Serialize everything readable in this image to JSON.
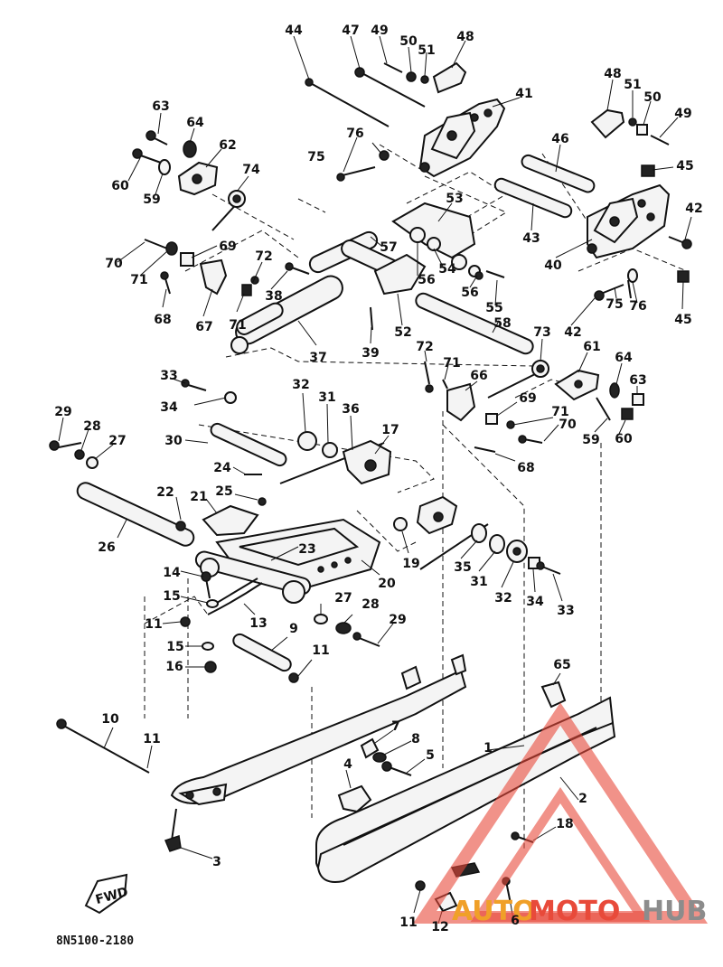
{
  "diagram": {
    "code": "8N5100-2180",
    "front_marker": "FWD",
    "watermark": {
      "a": "AUTO",
      "b": "MOTO",
      "c": "HUB"
    },
    "callouts": [
      {
        "id": "44",
        "text": "44"
      },
      {
        "id": "47",
        "text": "47"
      },
      {
        "id": "49a",
        "text": "49"
      },
      {
        "id": "50a",
        "text": "50"
      },
      {
        "id": "51a",
        "text": "51"
      },
      {
        "id": "48a",
        "text": "48"
      },
      {
        "id": "41",
        "text": "41"
      },
      {
        "id": "48b",
        "text": "48"
      },
      {
        "id": "51b",
        "text": "51"
      },
      {
        "id": "50b",
        "text": "50"
      },
      {
        "id": "49b",
        "text": "49"
      },
      {
        "id": "63a",
        "text": "63"
      },
      {
        "id": "64a",
        "text": "64"
      },
      {
        "id": "62",
        "text": "62"
      },
      {
        "id": "60a",
        "text": "60"
      },
      {
        "id": "59a",
        "text": "59"
      },
      {
        "id": "74",
        "text": "74"
      },
      {
        "id": "76a",
        "text": "76"
      },
      {
        "id": "75a",
        "text": "75"
      },
      {
        "id": "46",
        "text": "46"
      },
      {
        "id": "45a",
        "text": "45"
      },
      {
        "id": "53",
        "text": "53"
      },
      {
        "id": "42a",
        "text": "42"
      },
      {
        "id": "43",
        "text": "43"
      },
      {
        "id": "40",
        "text": "40"
      },
      {
        "id": "70a",
        "text": "70"
      },
      {
        "id": "69a",
        "text": "69"
      },
      {
        "id": "72a",
        "text": "72"
      },
      {
        "id": "57",
        "text": "57"
      },
      {
        "id": "71a",
        "text": "71"
      },
      {
        "id": "38",
        "text": "38"
      },
      {
        "id": "54",
        "text": "54"
      },
      {
        "id": "56a",
        "text": "56"
      },
      {
        "id": "56b",
        "text": "56"
      },
      {
        "id": "55",
        "text": "55"
      },
      {
        "id": "68a",
        "text": "68"
      },
      {
        "id": "67",
        "text": "67"
      },
      {
        "id": "71b",
        "text": "71"
      },
      {
        "id": "52",
        "text": "52"
      },
      {
        "id": "58",
        "text": "58"
      },
      {
        "id": "42b",
        "text": "42"
      },
      {
        "id": "75b",
        "text": "75"
      },
      {
        "id": "76b",
        "text": "76"
      },
      {
        "id": "45b",
        "text": "45"
      },
      {
        "id": "37",
        "text": "37"
      },
      {
        "id": "39",
        "text": "39"
      },
      {
        "id": "73",
        "text": "73"
      },
      {
        "id": "72b",
        "text": "72"
      },
      {
        "id": "71c",
        "text": "71"
      },
      {
        "id": "61",
        "text": "61"
      },
      {
        "id": "64b",
        "text": "64"
      },
      {
        "id": "63b",
        "text": "63"
      },
      {
        "id": "66",
        "text": "66"
      },
      {
        "id": "33a",
        "text": "33"
      },
      {
        "id": "32a",
        "text": "32"
      },
      {
        "id": "31a",
        "text": "31"
      },
      {
        "id": "36",
        "text": "36"
      },
      {
        "id": "34a",
        "text": "34"
      },
      {
        "id": "69b",
        "text": "69"
      },
      {
        "id": "71d",
        "text": "71"
      },
      {
        "id": "70b",
        "text": "70"
      },
      {
        "id": "59b",
        "text": "59"
      },
      {
        "id": "60b",
        "text": "60"
      },
      {
        "id": "29a",
        "text": "29"
      },
      {
        "id": "28a",
        "text": "28"
      },
      {
        "id": "27a",
        "text": "27"
      },
      {
        "id": "17",
        "text": "17"
      },
      {
        "id": "30",
        "text": "30"
      },
      {
        "id": "68b",
        "text": "68"
      },
      {
        "id": "24",
        "text": "24"
      },
      {
        "id": "25",
        "text": "25"
      },
      {
        "id": "22",
        "text": "22"
      },
      {
        "id": "21",
        "text": "21"
      },
      {
        "id": "26",
        "text": "26"
      },
      {
        "id": "23",
        "text": "23"
      },
      {
        "id": "19",
        "text": "19"
      },
      {
        "id": "35",
        "text": "35"
      },
      {
        "id": "31b",
        "text": "31"
      },
      {
        "id": "32b",
        "text": "32"
      },
      {
        "id": "34b",
        "text": "34"
      },
      {
        "id": "33b",
        "text": "33"
      },
      {
        "id": "20",
        "text": "20"
      },
      {
        "id": "14",
        "text": "14"
      },
      {
        "id": "15a",
        "text": "15"
      },
      {
        "id": "27b",
        "text": "27"
      },
      {
        "id": "28b",
        "text": "28"
      },
      {
        "id": "11a",
        "text": "11"
      },
      {
        "id": "13",
        "text": "13"
      },
      {
        "id": "9",
        "text": "9"
      },
      {
        "id": "29b",
        "text": "29"
      },
      {
        "id": "15b",
        "text": "15"
      },
      {
        "id": "11b",
        "text": "11"
      },
      {
        "id": "16",
        "text": "16"
      },
      {
        "id": "65",
        "text": "65"
      },
      {
        "id": "10",
        "text": "10"
      },
      {
        "id": "11c",
        "text": "11"
      },
      {
        "id": "7",
        "text": "7"
      },
      {
        "id": "8",
        "text": "8"
      },
      {
        "id": "1",
        "text": "1"
      },
      {
        "id": "5",
        "text": "5"
      },
      {
        "id": "4",
        "text": "4"
      },
      {
        "id": "2",
        "text": "2"
      },
      {
        "id": "18",
        "text": "18"
      },
      {
        "id": "3",
        "text": "3"
      },
      {
        "id": "11d",
        "text": "11"
      },
      {
        "id": "12",
        "text": "12"
      },
      {
        "id": "6",
        "text": "6"
      }
    ]
  }
}
